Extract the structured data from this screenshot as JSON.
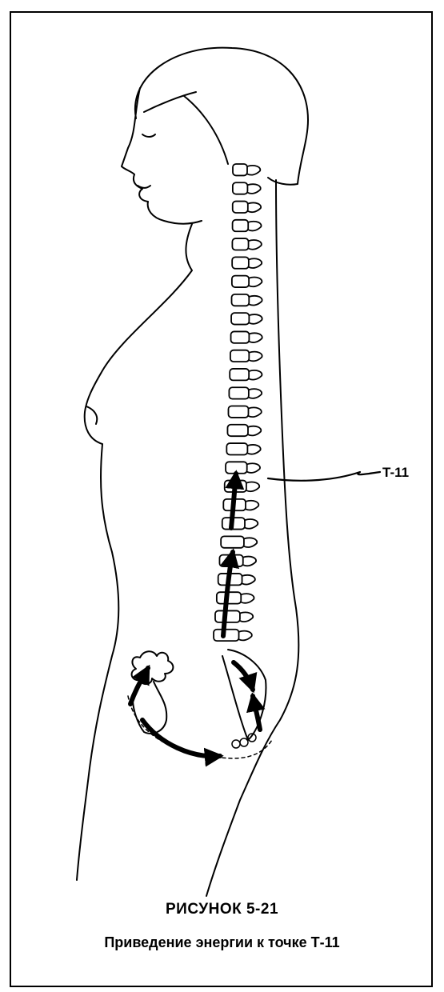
{
  "point_label": "T-11",
  "figure_number": "РИСУНОК 5-21",
  "caption": "Приведение энергии к точке Т-11"
}
